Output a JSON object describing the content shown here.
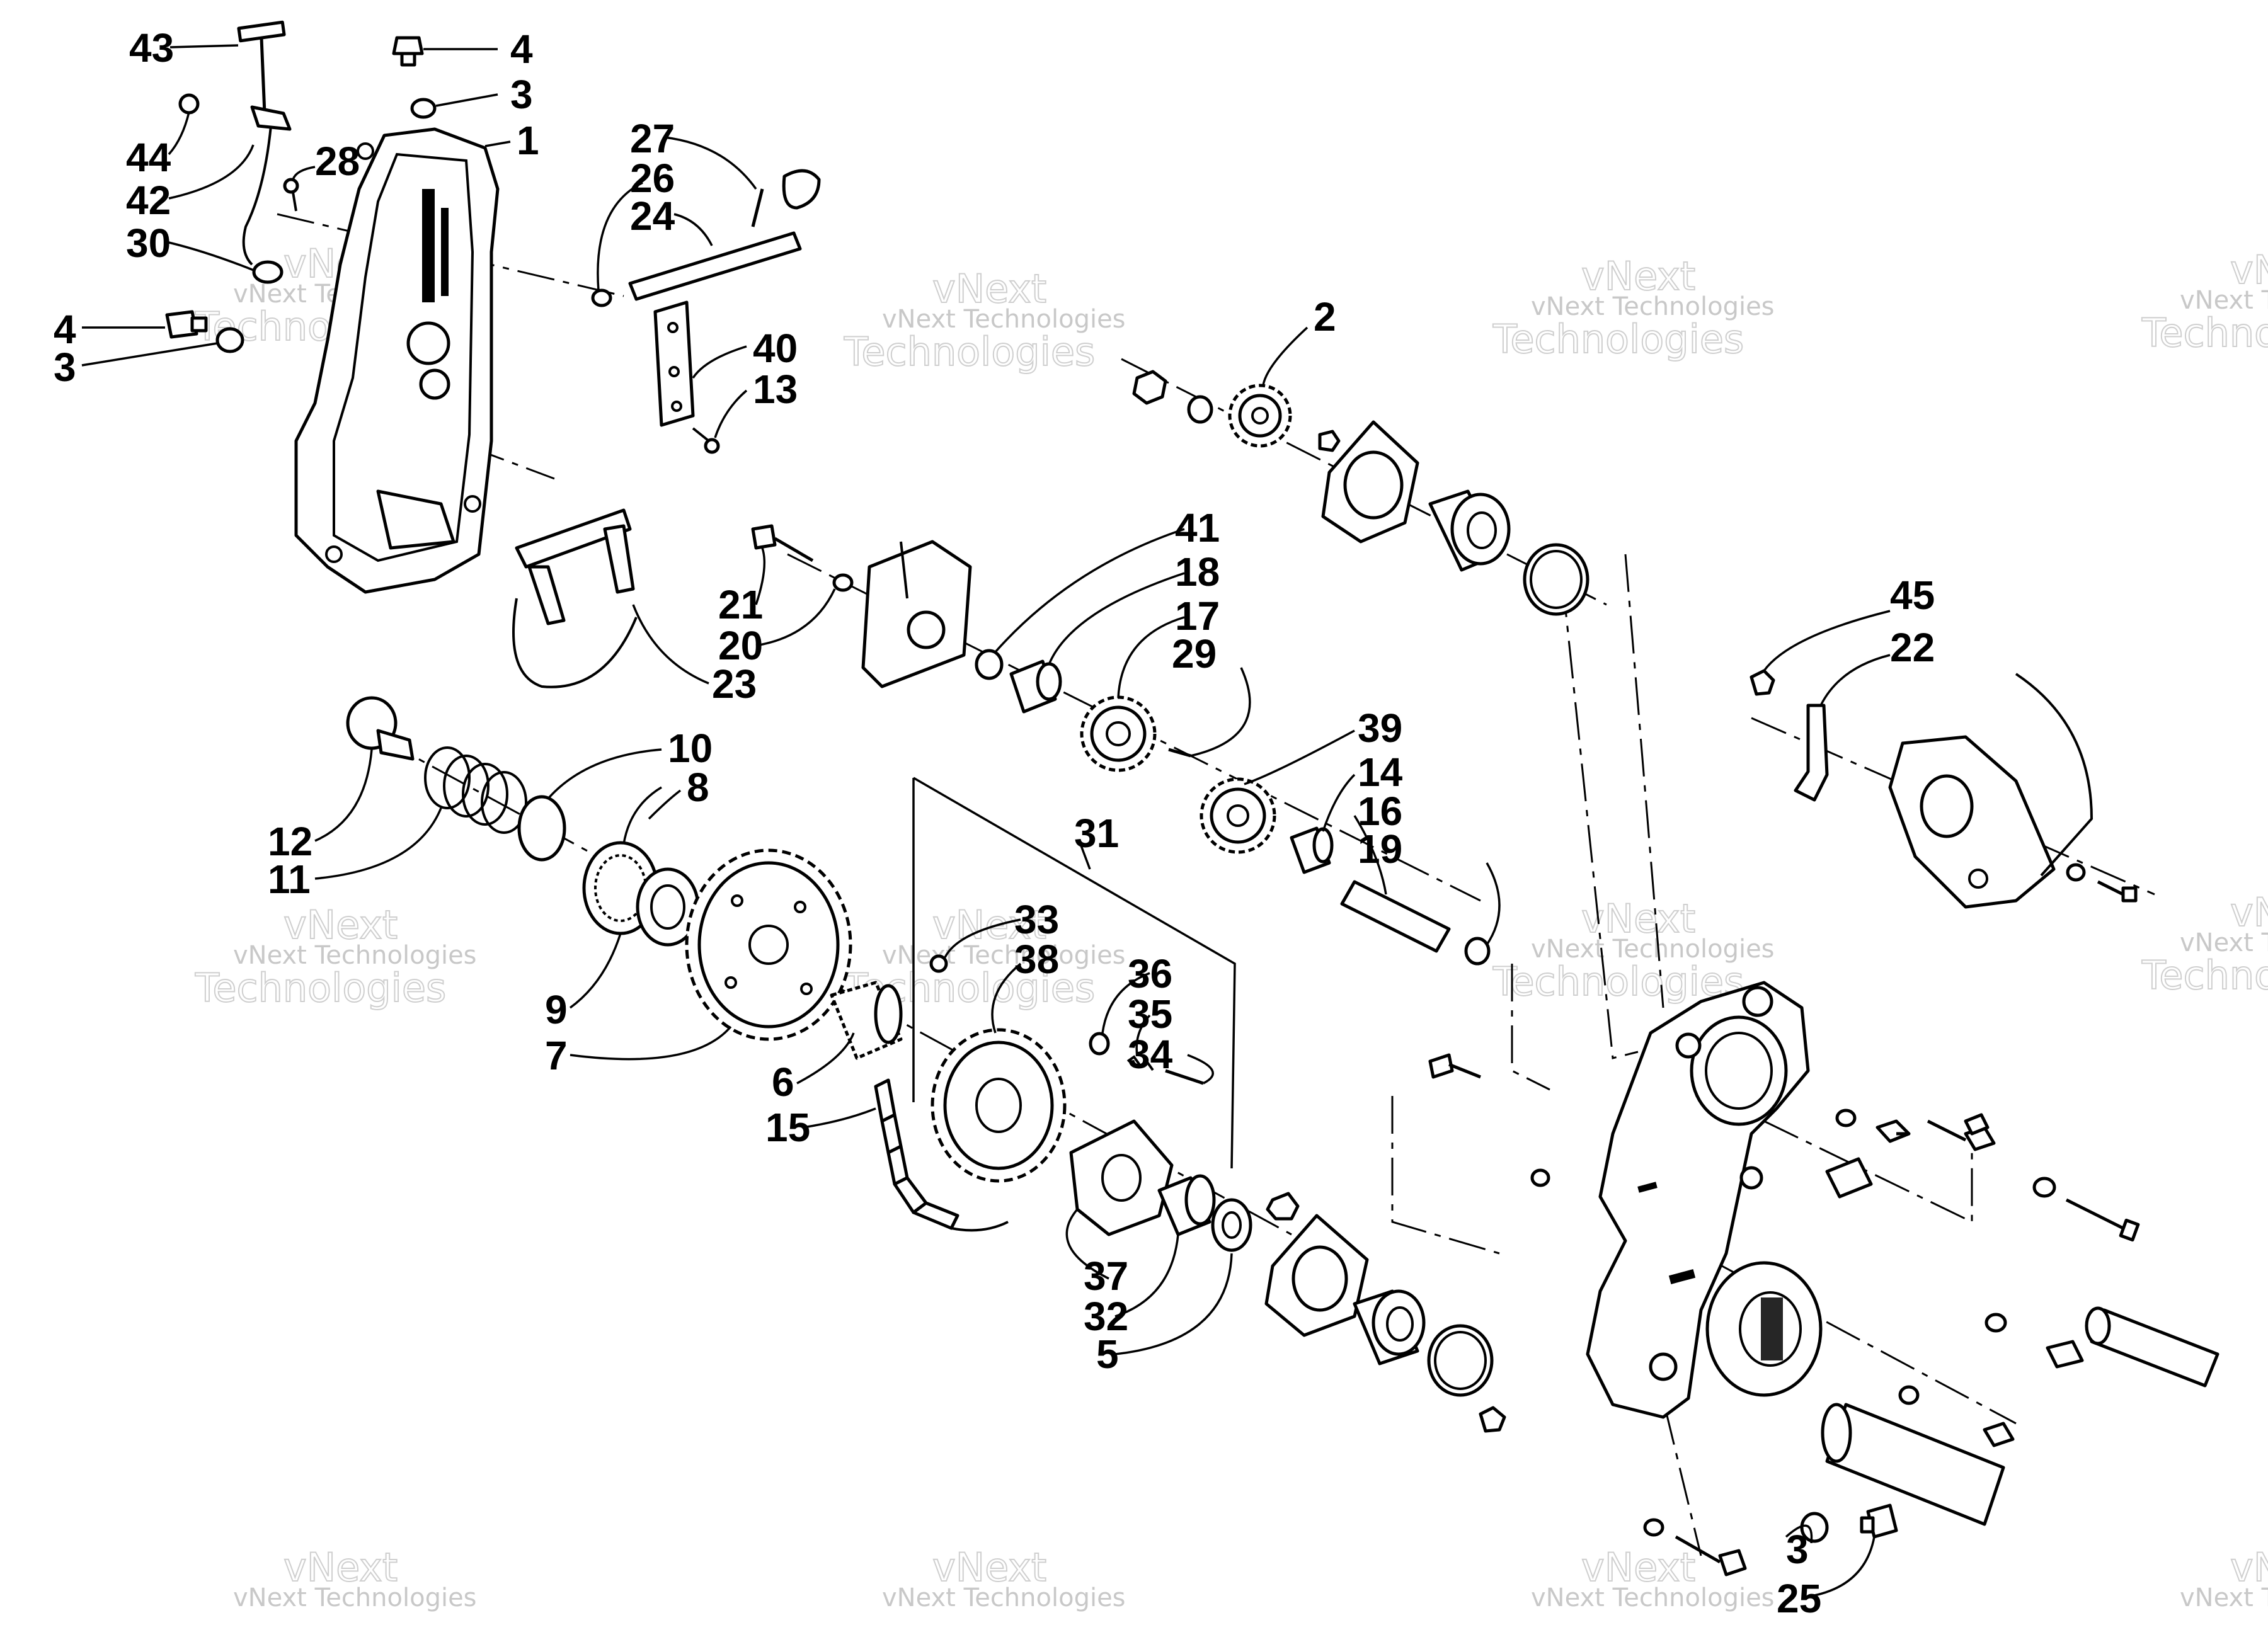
{
  "diagram": {
    "callouts": [
      "43",
      "4",
      "3",
      "1",
      "44",
      "28",
      "42",
      "30",
      "4",
      "3",
      "27",
      "26",
      "24",
      "40",
      "13",
      "2",
      "41",
      "18",
      "17",
      "29",
      "21",
      "20",
      "23",
      "45",
      "22",
      "10",
      "8",
      "12",
      "11",
      "9",
      "7",
      "31",
      "39",
      "14",
      "16",
      "19",
      "33",
      "38",
      "36",
      "35",
      "34",
      "6",
      "15",
      "37",
      "32",
      "5",
      "3",
      "25"
    ],
    "watermark": {
      "line1": "vNext Technologies",
      "line2": "vNext",
      "line3": "Technologies"
    }
  }
}
